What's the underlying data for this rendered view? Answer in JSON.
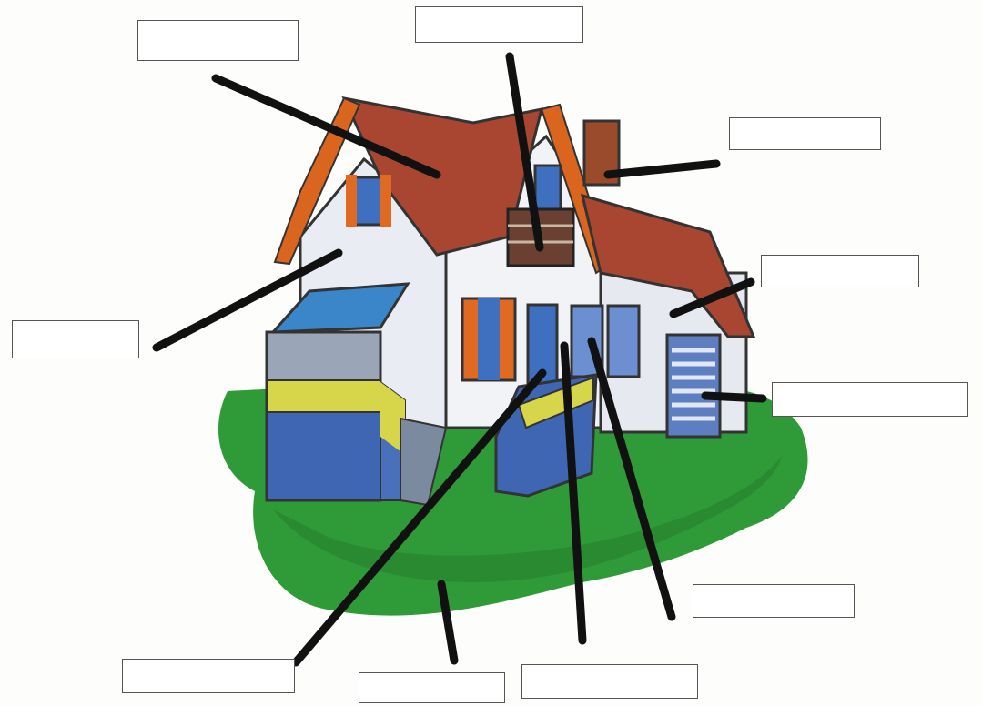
{
  "colors": {
    "roof": "#a94632",
    "roof_edge": "#d9651f",
    "wall": "#e9ecf2",
    "grass": "#2f9a38",
    "porch_roof": "#3a86c8",
    "porch_base": "#3f66b3",
    "balcony_band": "#d7d64a",
    "chimney": "#9a4b2c",
    "window_blue": "#3f6fbf",
    "shutter_orange": "#e06a21",
    "pointer_line": "#111111"
  },
  "labels": [
    {
      "id": "top-left",
      "text": ""
    },
    {
      "id": "top-center",
      "text": ""
    },
    {
      "id": "right-top",
      "text": ""
    },
    {
      "id": "right-middle",
      "text": ""
    },
    {
      "id": "right-lower",
      "text": ""
    },
    {
      "id": "left",
      "text": ""
    },
    {
      "id": "bottom-right",
      "text": ""
    },
    {
      "id": "bottom-left",
      "text": ""
    },
    {
      "id": "bottom-center",
      "text": ""
    },
    {
      "id": "bottom-center-right",
      "text": ""
    }
  ]
}
